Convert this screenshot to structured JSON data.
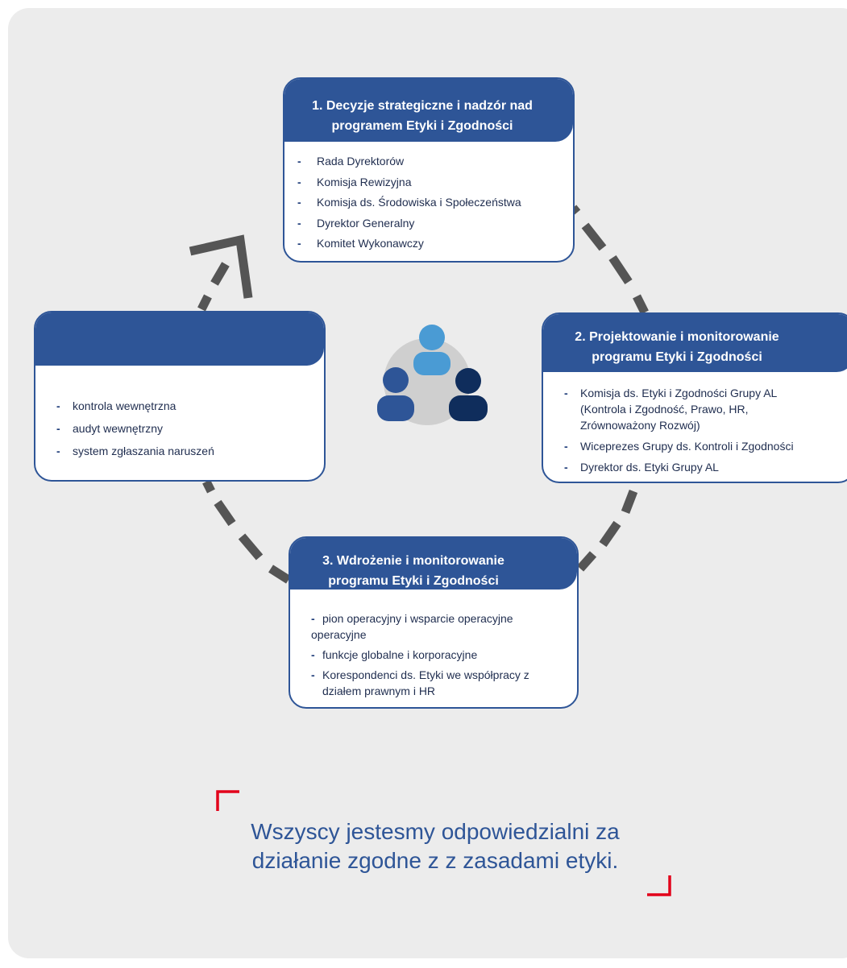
{
  "colors": {
    "panel": "#ececec",
    "header": "#2e5597",
    "dashes": "#555555",
    "quote_bracket": "#e2001a",
    "person_top": "#4a9bd4",
    "person_left": "#2e5597",
    "person_right": "#0f2d5c",
    "person_circle": "#cfcfcf"
  },
  "boxes": {
    "box1": {
      "title_lines": [
        "1. Decyzje strategiczne i nadzór nad",
        "programem Etyki i Zgodności"
      ],
      "items": [
        "Rada Dyrektorów",
        "Komisja Rewizyjna",
        "Komisja ds. Środowiska i Społeczeństwa",
        "Dyrektor Generalny",
        "Komitet Wykonawczy"
      ]
    },
    "box2": {
      "title_lines": [
        "2. Projektowanie i monitorowanie",
        "programu Etyki i Zgodności"
      ],
      "items": [
        "Komisja ds. Etyki i Zgodności Grupy AL (Kontrola i Zgodność, Prawo, HR, Zrównoważony Rozwój)",
        "Wiceprezes Grupy ds. Kontroli i Zgodności",
        "Dyrektor ds. Etyki Grupy AL"
      ]
    },
    "box3": {
      "title_lines": [
        "3. Wdrożenie i monitorowanie",
        "programu Etyki i Zgodności"
      ],
      "items": [
        "pion operacyjny i wsparcie operacyjne",
        "funkcje globalne i korporacyjne",
        "Korespondenci ds. Etyki we współpracy z działem prawnym i HR"
      ],
      "item1_continuation": "operacyjne"
    },
    "box4": {
      "title_lines": [
        "4. Kontrola i ocena  programu Etyki",
        "    i Zgodności"
      ],
      "items": [
        "kontrola wewnętrzna",
        "audyt wewnętrzny",
        "system zgłaszania naruszeń"
      ]
    }
  },
  "dash_symbol": "-",
  "quote_lines": [
    "Wszyscy jestesmy odpowiedzialni za",
    "działanie zgodne z  z zasadami etyki."
  ],
  "icons": [
    "people-group-icon",
    "cycle-arrow-icon",
    "quote-bracket-icon"
  ]
}
